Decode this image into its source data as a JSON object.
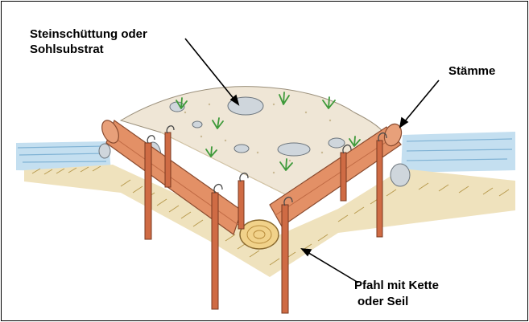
{
  "labels": {
    "stone_fill_line1": "Steinschüttung oder",
    "stone_fill_line2": "Sohlsubstrat",
    "logs": "Stämme",
    "post_line1": "Pfahl mit Kette",
    "post_line2": "oder Seil"
  },
  "colors": {
    "frame": "#000000",
    "water": "#b9d8ea",
    "bank_hatching": "#b79a4e",
    "fill_surface": "#efe6d4",
    "log": "#e08a5c",
    "log_shadow": "#b0573a",
    "post": "#c9643f",
    "grass": "#3e9a3a",
    "stone": "#b8c0c8",
    "arrow": "#000000"
  }
}
